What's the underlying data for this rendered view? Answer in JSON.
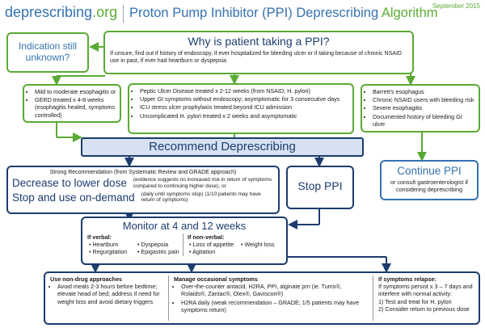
{
  "header": {
    "brand_main": "deprescribing",
    "brand_suffix": ".org",
    "title_main": "Proton Pump Inhibitor (PPI) Deprescribing",
    "title_accent": "Algorithm",
    "date": "September 2015"
  },
  "why": {
    "title": "Why is patient taking a PPI?",
    "text": "If unsure, find out if history of endoscopy, if ever hospitalized for bleeding ulcer or if taking because of chronic NSAID use in past, if ever had heartburn or dyspepsia"
  },
  "unknown": {
    "title": "Indication still unknown?"
  },
  "left_box": {
    "items": [
      "Mild to moderate esophagitis or",
      "GERD treated x 4-8 weeks (esophagitis healed, symptoms controlled)"
    ]
  },
  "mid_box": {
    "items": [
      "Peptic Ulcer Disease treated x 2-12 weeks (from NSAID; H. pylori)",
      "Upper GI symptoms without endoscopy; asymptomatic for 3 consecutive days",
      "ICU stress ulcer prophylaxis treated beyond ICU admission",
      "Uncomplicated H. pylori treated x 2 weeks and asymptomatic"
    ]
  },
  "right_box": {
    "items": [
      "Barrett's esophagus",
      "Chronic NSAID users with bleeding risk",
      "Severe esophagitis",
      "Documented history of bleeding GI ulcer"
    ]
  },
  "recommend": {
    "label": "Recommend Deprescribing"
  },
  "decrease_box": {
    "strong": "Strong Recommendation (from Systematic Review and GRADE approach)",
    "decrease_title": "Decrease to lower dose",
    "decrease_note": "(evidence suggests no increased risk in return of symptoms compared to continuing higher dose), or",
    "stop_title": "Stop and use on-demand",
    "stop_note": "(daily until symptoms stop) (1/10 patients may have return of symptoms)"
  },
  "stop_ppi": {
    "label": "Stop PPI"
  },
  "continue": {
    "title": "Continue PPI",
    "text": "or consult gastroenterologist if considering deprescribing"
  },
  "monitor": {
    "title": "Monitor at 4 and 12 weeks",
    "verbal_label": "If verbal:",
    "verbal_items": [
      "Heartburn",
      "Dyspepsia",
      "Regurgitation",
      "Epigastric pain"
    ],
    "nonverbal_label": "If non-verbal:",
    "nonverbal_items": [
      "Loss of appetite",
      "Weight loss",
      "Agitation"
    ]
  },
  "bottom": {
    "nondrug_title": "Use non-drug approaches",
    "nondrug_text": "Avoid meals 2-3 hours before bedtime; elevate head of bed; address if need for weight loss and avoid dietary triggers",
    "manage_title": "Manage occasional symptoms",
    "manage_items": [
      "Over-the-counter antacid, H2RA, PPI, alginate prn (ie. Tums®, Rolaids®, Zantac®, Olex®, Gaviscon®)",
      "H2RA daily (weak recommendation – GRADE; 1/5 patients may have symptoms return)"
    ],
    "relapse_title": "If symptoms relapse:",
    "relapse_text": "If symptoms persist x 3 – 7 days and interfere with normal activity:",
    "relapse_steps": [
      "1) Test and treat for H. pylori",
      "2) Consider return to previous dose"
    ]
  }
}
